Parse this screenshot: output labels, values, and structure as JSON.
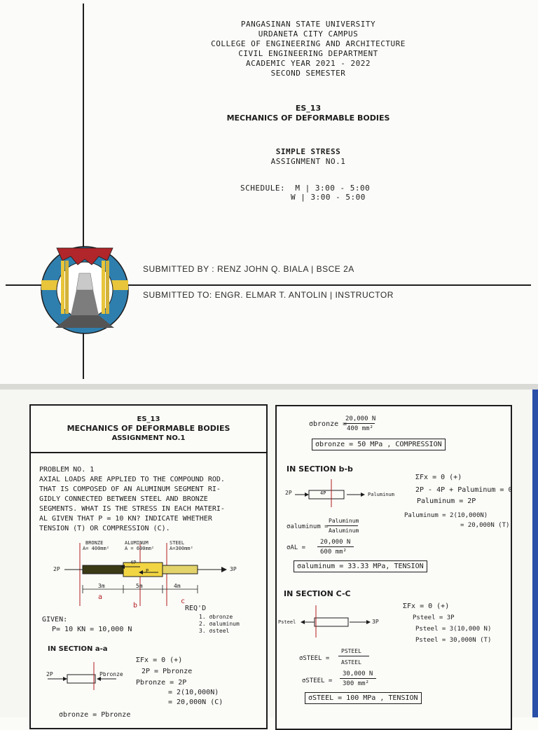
{
  "cover": {
    "university": "PANGASINAN STATE UNIVERSITY",
    "campus": "URDANETA CITY CAMPUS",
    "college": "COLLEGE OF ENGINEERING AND ARCHITECTURE",
    "department": "CIVIL ENGINEERING DEPARTMENT",
    "academic_year": "ACADEMIC YEAR 2021 - 2022",
    "semester": "SECOND SEMESTER",
    "course_code": "ES_13",
    "course_title": "MECHANICS OF DEFORMABLE BODIES",
    "topic": "SIMPLE STRESS",
    "assignment": "ASSIGNMENT NO.1",
    "schedule_line1": "SCHEDULE:  M | 3:00 - 5:00",
    "schedule_line2": "W | 3:00 - 5:00",
    "submitted_by": "SUBMITTED BY : RENZ JOHN Q. BIALA  | BSCE 2A",
    "submitted_to": "SUBMITTED TO: ENGR. ELMAR T. ANTOLIN  | INSTRUCTOR"
  },
  "left_page": {
    "code": "ES_13",
    "title": "MECHANICS OF DEFORMABLE BODIES",
    "assignment": "ASSIGNMENT NO.1",
    "problem_label": "PROBLEM NO. 1",
    "problem_lines": [
      "AXIAL LOADS ARE APPLIED TO THE COMPOUND ROD.",
      "THAT IS COMPOSED OF AN ALUMINUM SEGMENT RI-",
      "GIDLY CONNECTED BETWEEN STEEL AND BRONZE",
      "SEGMENTS. WHAT IS THE STRESS IN EACH MATERI-",
      "AL GIVEN THAT P = 10 KN? INDICATE WHETHER",
      "TENSION (T) OR COMPRESSION (C)."
    ],
    "diagram": {
      "bronze": "BRONZE",
      "bronze_area": "A= 400mm²",
      "aluminum": "ALUMINUM",
      "aluminum_area": "A = 600mm²",
      "steel": "STEEL",
      "steel_area": "A=300mm²",
      "load_left": "2P",
      "load_mid1": "4P",
      "load_mid2": "P",
      "load_right": "3P",
      "dim1": "3m",
      "dim2": "5m",
      "dim3": "4m",
      "sec_a": "a",
      "sec_b": "b",
      "sec_c": "c"
    },
    "reqd_label": "REQ'D",
    "reqd_items": [
      "1. σbronze",
      "2. σaluminum",
      "3. σsteel"
    ],
    "given_label": "GIVEN:",
    "given_value": "P= 10 KN = 10,000 N",
    "section_a_label": "IN SECTION a-a",
    "section_a_eq": [
      "ΣFx = 0   (+)",
      "2P = Pbronze",
      "Pbronze = 2P",
      "= 2(10,000N)",
      "= 20,000N (C)"
    ],
    "section_a_load": "2P",
    "section_a_force": "Pbronze",
    "bottom_formula": "σbronze = Pbronze"
  },
  "right_page": {
    "bronze_eq": "σbronze =",
    "bronze_num": "20,000 N",
    "bronze_den": "400 mm²",
    "bronze_result": "σbronze = 50 MPa , COMPRESSION",
    "section_b_label": "IN SECTION b-b",
    "section_b_loads": [
      "2P",
      "4P",
      "Paluminum"
    ],
    "section_b_eq": [
      "ΣFx = 0   (+)",
      "2P - 4P + Paluminum = 0",
      "Paluminum = 2P",
      "Paluminum = 2(10,000N)",
      "= 20,000N (T)"
    ],
    "alu_formula_lhs": "σaluminum =",
    "alu_formula_num": "Paluminum",
    "alu_formula_den": "Aaluminum",
    "alu_value_lhs": "σAL =",
    "alu_value_num": "20,000 N",
    "alu_value_den": "600 mm²",
    "alu_result": "σaluminum = 33.33 MPa, TENSION",
    "section_c_label": "IN SECTION C-C",
    "section_c_loads": [
      "Psteel",
      "3P"
    ],
    "section_c_eq": [
      "ΣFx = 0   (+)",
      "Psteel = 3P",
      "Psteel = 3(10,000 N)",
      "Psteel = 30,000N (T)"
    ],
    "steel_formula_lhs": "σSTEEL =",
    "steel_formula_num": "PSTEEL",
    "steel_formula_den": "ASTEEL",
    "steel_value_lhs": "σSTEEL =",
    "steel_value_num": "30,000 N",
    "steel_value_den": "300 mm²",
    "steel_result": "σSTEEL = 100 MPa , TENSION"
  },
  "colors": {
    "ink": "#1d1d1d",
    "red_marks": "#b21d1d",
    "bronze_bar": "#3b3a16",
    "aluminum_bar": "#f2d542",
    "steel_bar": "#e3d36b",
    "logo_blue": "#2f7fae",
    "logo_yellow": "#e8c53a",
    "logo_red": "#b0262a"
  }
}
